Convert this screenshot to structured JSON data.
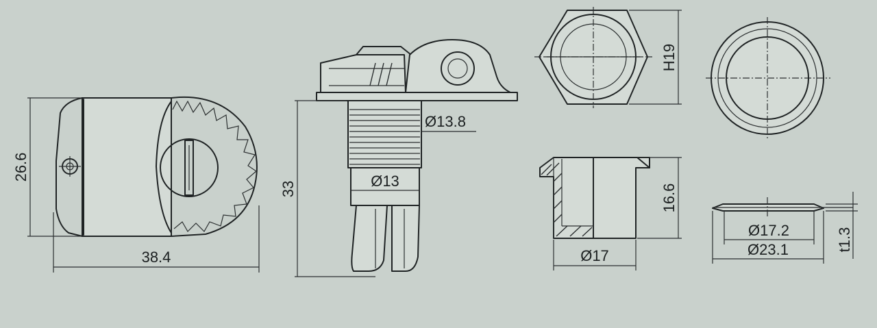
{
  "dimensions": {
    "lock_height": "26.6",
    "lock_length": "38.4",
    "body_height": "33",
    "thread_diameter": "Ø13.8",
    "shank_diameter": "Ø13",
    "nut_hex": "H19",
    "nut_height": "16.6",
    "nut_diameter": "Ø17",
    "washer_inner_diameter": "Ø17.2",
    "washer_outer_diameter": "Ø23.1",
    "washer_thickness": "t1.3"
  },
  "colors": {
    "background": "#c9d1cc",
    "line": "#1f2324"
  }
}
